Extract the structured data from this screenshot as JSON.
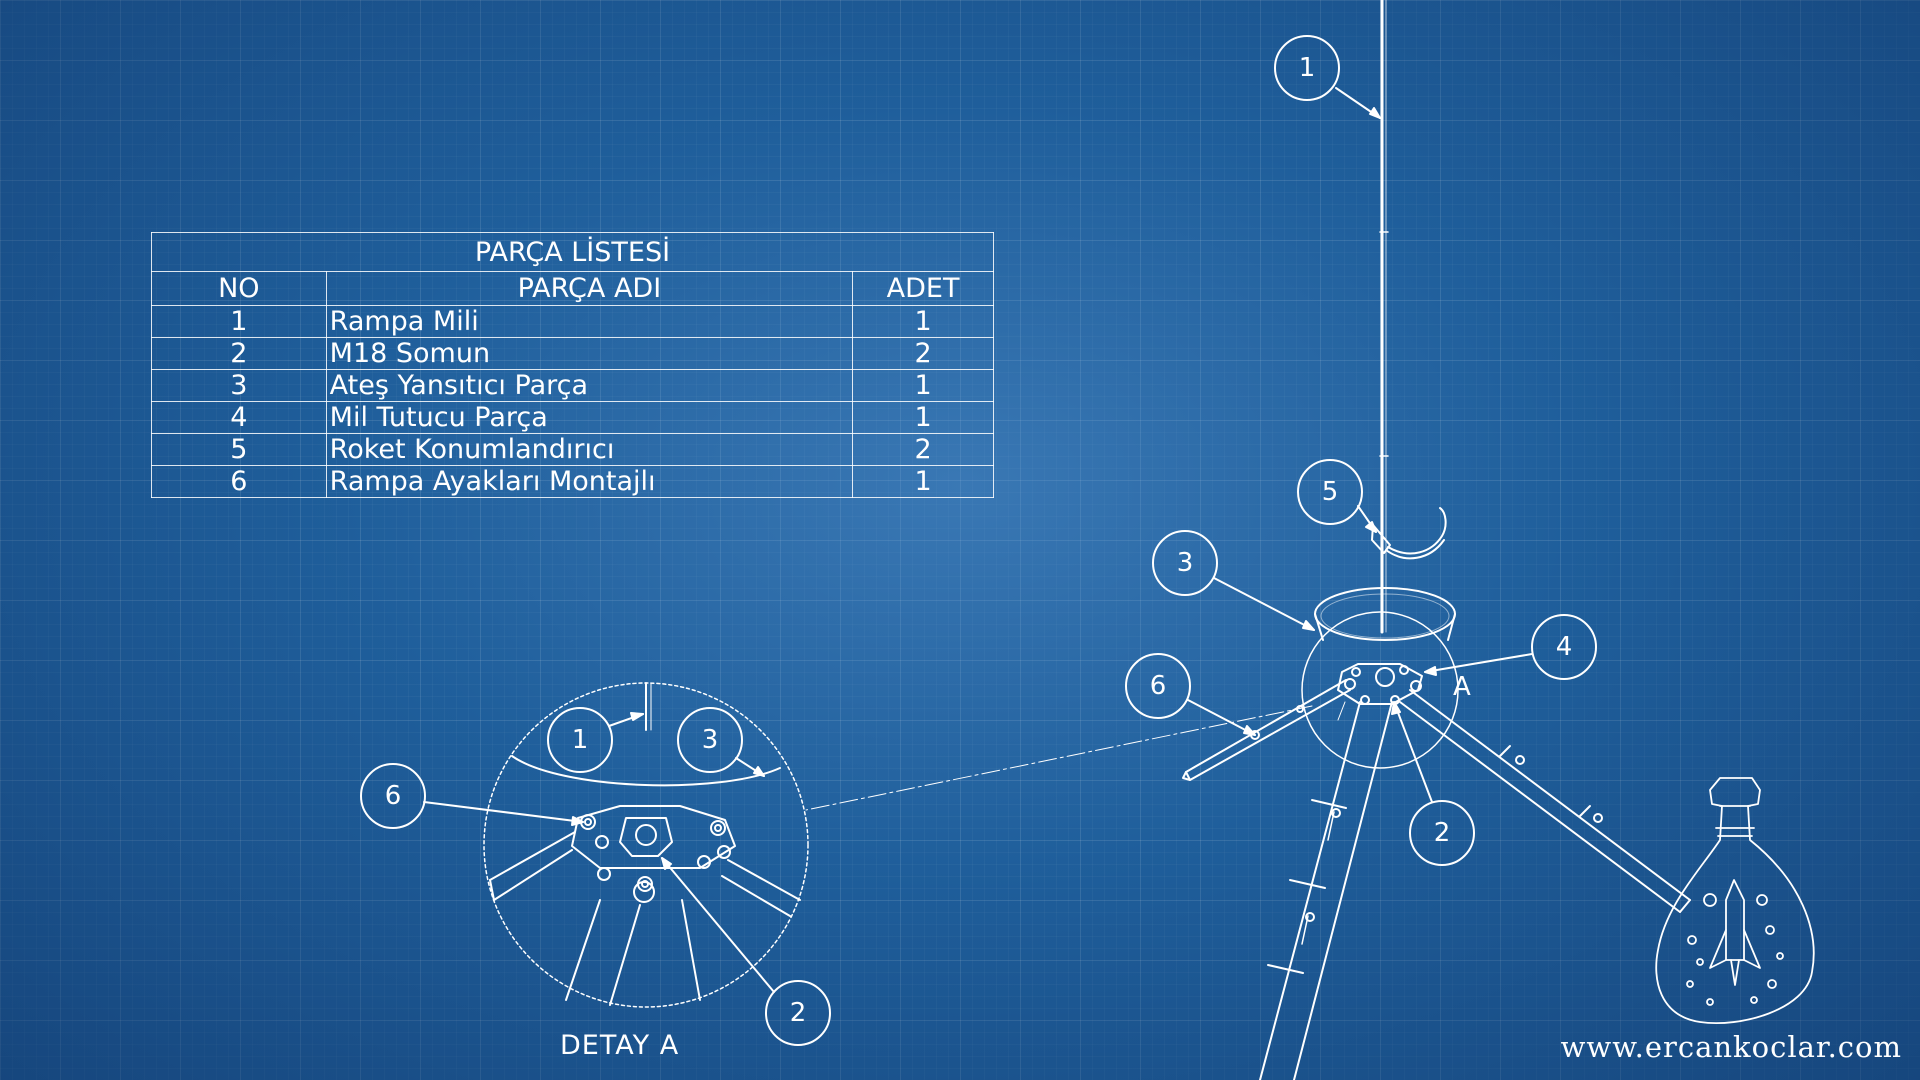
{
  "parts_list": {
    "title": "PARÇA LİSTESİ",
    "headers": {
      "no": "NO",
      "name": "PARÇA ADI",
      "qty": "ADET"
    },
    "rows": [
      {
        "no": "1",
        "name": "Rampa Mili",
        "qty": "1"
      },
      {
        "no": "2",
        "name": "M18 Somun",
        "qty": "2"
      },
      {
        "no": "3",
        "name": "Ateş Yansıtıcı Parça",
        "qty": "1"
      },
      {
        "no": "4",
        "name": "Mil Tutucu Parça",
        "qty": "1"
      },
      {
        "no": "5",
        "name": "Roket Konumlandırıcı",
        "qty": "2"
      },
      {
        "no": "6",
        "name": "Rampa Ayakları Montajlı",
        "qty": "1"
      }
    ]
  },
  "main_view": {
    "balloons": [
      "1",
      "5",
      "3",
      "4",
      "6",
      "2"
    ],
    "detail_marker": "A"
  },
  "detail_view": {
    "label": "DETAY  A",
    "balloons": [
      "1",
      "3",
      "6",
      "2"
    ]
  },
  "website": "www.ercankoclar.com",
  "colors": {
    "background": "#1f5f9c",
    "lines": "#ffffff"
  }
}
